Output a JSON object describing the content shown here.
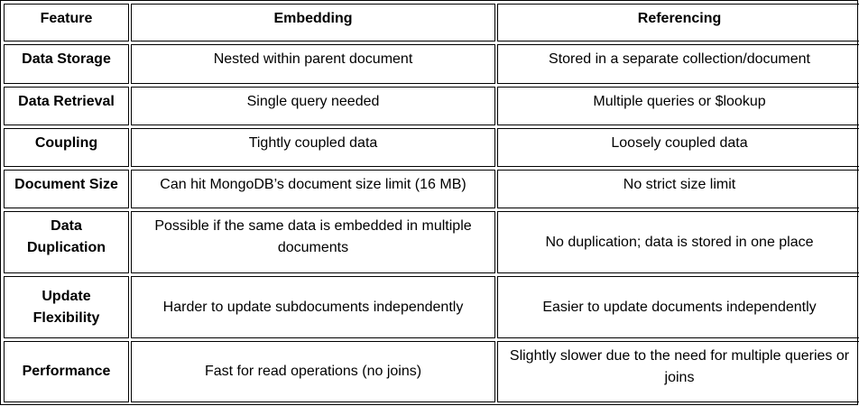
{
  "table": {
    "headers": [
      "Feature",
      "Embedding",
      "Referencing"
    ],
    "rows": [
      {
        "feature": "Data Storage",
        "embedding": "Nested within parent document",
        "referencing": "Stored in a separate collection/document"
      },
      {
        "feature": "Data Retrieval",
        "embedding": "Single query needed",
        "referencing": "Multiple queries or $lookup"
      },
      {
        "feature": "Coupling",
        "embedding": "Tightly coupled data",
        "referencing": "Loosely coupled data"
      },
      {
        "feature": "Document Size",
        "embedding": "Can hit MongoDB’s document size limit (16 MB)",
        "referencing": "No strict size limit"
      },
      {
        "feature": "Data Duplication",
        "embedding": "Possible if the same data is embedded in multiple documents",
        "referencing": "No duplication; data is stored in one place"
      },
      {
        "feature": "Update Flexibility",
        "embedding": "Harder to update subdocuments independently",
        "referencing": "Easier to update documents independently"
      },
      {
        "feature": "Performance",
        "embedding": "Fast for read operations (no joins)",
        "referencing": "Slightly slower due to the need for multiple queries or joins"
      }
    ]
  }
}
